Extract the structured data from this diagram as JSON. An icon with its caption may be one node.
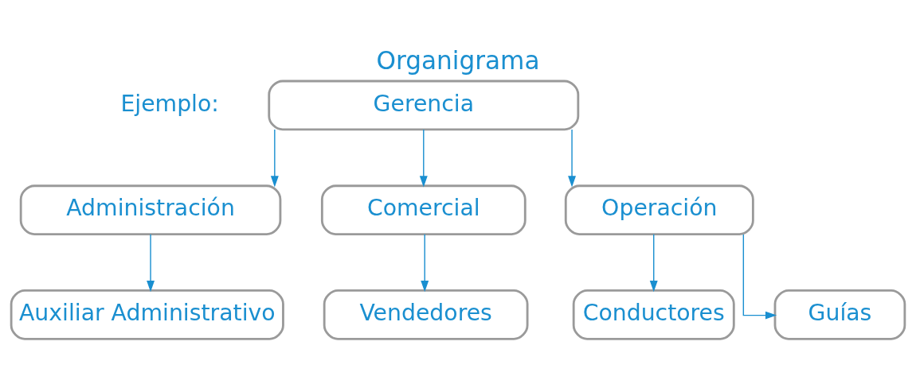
{
  "diagram": {
    "title": "Organigrama",
    "nodes": [
      {
        "text": [
          "Gerencia"
        ]
      },
      {
        "text": [
          "Administración"
        ]
      },
      {
        "text": [
          "Comercial"
        ]
      },
      {
        "text": [
          "Operación"
        ]
      },
      {
        "text": [
          "Auxiliar Administrativo"
        ]
      },
      {
        "text": [
          "Vendedores"
        ]
      },
      {
        "text": [
          "Conductores"
        ]
      },
      {
        "text": [
          "Guías"
        ]
      }
    ],
    "edges": [
      {
        "from": 0,
        "to": 1,
        "arrow": "to"
      },
      {
        "from": 0,
        "to": 2,
        "arrow": "to"
      },
      {
        "from": 0,
        "to": 3,
        "arrow": "to"
      },
      {
        "from": 1,
        "to": 4,
        "arrow": "to"
      },
      {
        "from": 2,
        "to": 5,
        "arrow": "to"
      },
      {
        "from": 3,
        "to": 6,
        "arrow": "to"
      },
      {
        "from": 3,
        "to": 7,
        "arrow": "to"
      }
    ],
    "labels": [
      "Ejemplo:"
    ]
  }
}
